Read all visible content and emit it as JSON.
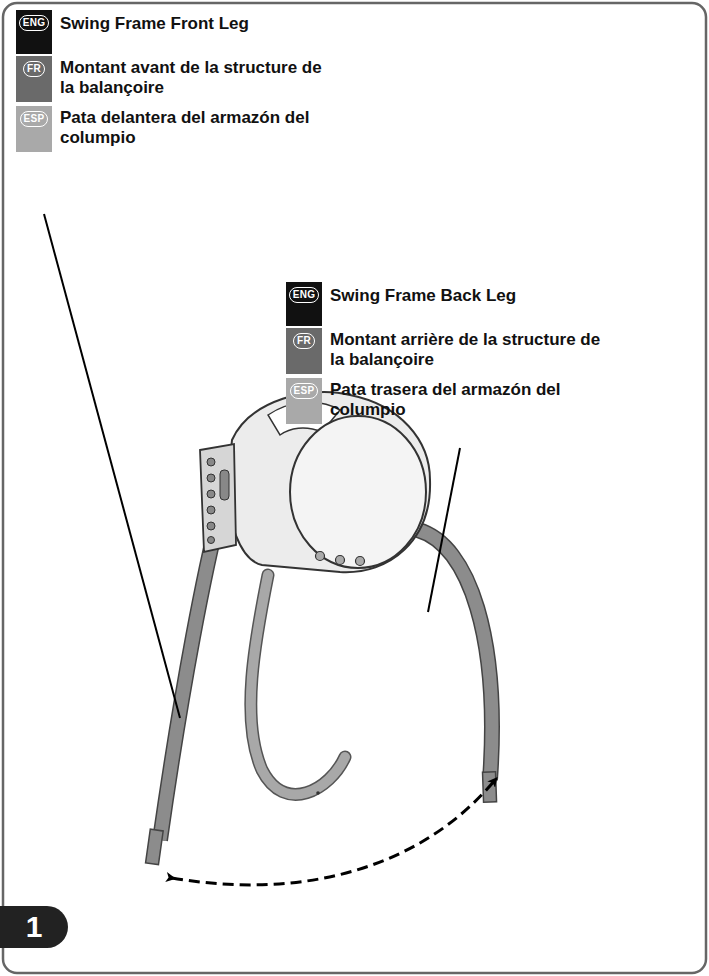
{
  "diagram": {
    "labels": [
      "ENG",
      "Swing Frame Front Leg",
      "FR",
      "Montant avant de la structure de la balançoire",
      "ESP",
      "Pata delantera del armazón del columpio",
      "ENG",
      "Swing Frame Back Leg",
      "FR",
      "Montant arrière de la structure de la balançoire",
      "ESP",
      "Pata trasera del armazón del columpio",
      "1"
    ]
  }
}
